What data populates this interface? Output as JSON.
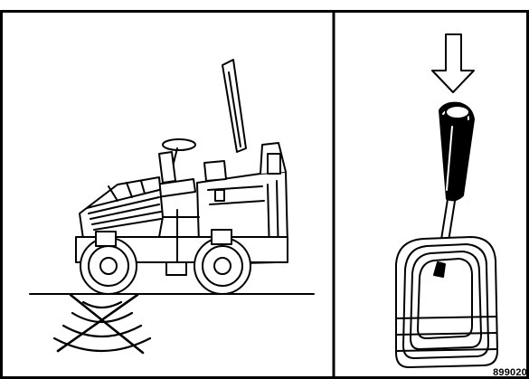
{
  "figure": {
    "code": "899020",
    "left_panel": {
      "subject": "roller-vibration-off"
    },
    "right_panel": {
      "subject": "control-lever-press-down"
    },
    "icons": [
      "roller-icon",
      "crossed-vibration-icon",
      "down-arrow-icon",
      "control-lever-icon",
      "lever-boot-icon"
    ]
  }
}
